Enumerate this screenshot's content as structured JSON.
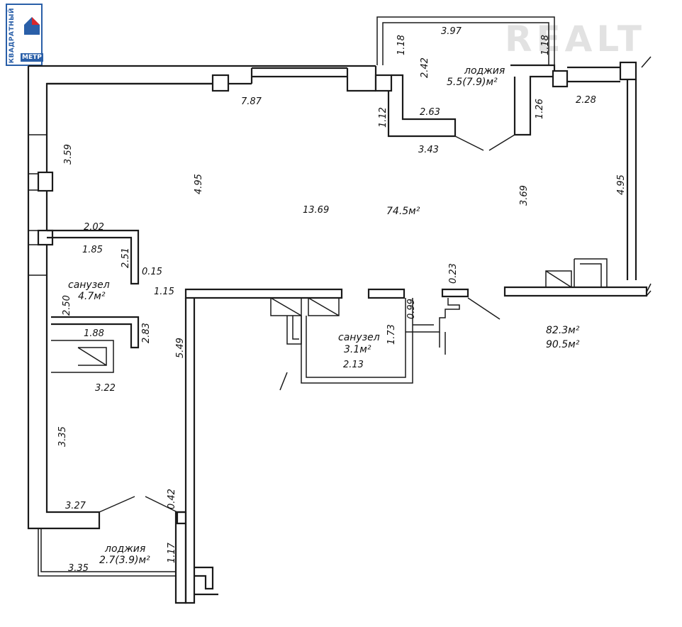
{
  "logo": {
    "text": "КВАДРАТНЫЙ",
    "metr": "МЕТР"
  },
  "watermark": "REALT",
  "rooms": {
    "main_area": "74.5м²",
    "total_1": "82.3м²",
    "total_2": "90.5м²",
    "loggia_top_name": "лоджия",
    "loggia_top_area": "5.5(7.9)м²",
    "loggia_bottom_name": "лоджия",
    "loggia_bottom_area": "2.7(3.9)м²",
    "bath_left_name": "санузел",
    "bath_left_area": "4.7м²",
    "bath_center_name": "санузел",
    "bath_center_area": "3.1м²"
  },
  "dimensions": {
    "d_397": "3.97",
    "d_118a": "1.18",
    "d_118b": "1.18",
    "d_242": "2.42",
    "d_787": "7.87",
    "d_112": "1.12",
    "d_263": "2.63",
    "d_126": "1.26",
    "d_228": "2.28",
    "d_343": "3.43",
    "d_359": "3.59",
    "d_495a": "4.95",
    "d_1369": "13.69",
    "d_369": "3.69",
    "d_495b": "4.95",
    "d_202": "2.02",
    "d_185": "1.85",
    "d_251": "2.51",
    "d_015": "0.15",
    "d_115": "1.15",
    "d_250": "2.50",
    "d_023": "0.23",
    "d_099": "0.99",
    "d_173": "1.73",
    "d_188": "1.88",
    "d_283": "2.83",
    "d_549": "5.49",
    "d_213": "2.13",
    "d_322": "3.22",
    "d_335a": "3.35",
    "d_327": "3.27",
    "d_042": "0.42",
    "d_117": "1.17",
    "d_335b": "3.35"
  }
}
